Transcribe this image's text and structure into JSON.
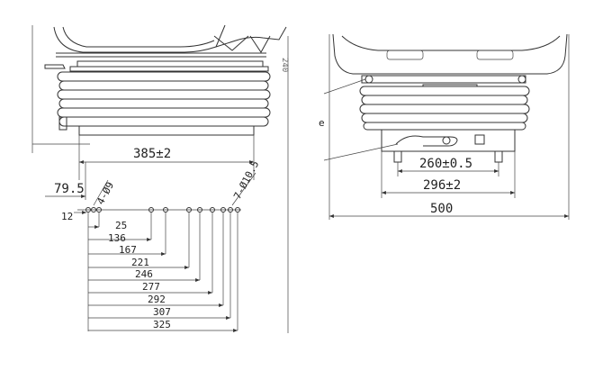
{
  "left_view": {
    "width_dim": "385±2",
    "offset_dim": "79.5",
    "top_hole_label": "4-Ø9",
    "side_hole_label": "7-Ø10.5",
    "small_dim": "12",
    "vertical_mark": "240",
    "stack_dims": [
      "25",
      "136",
      "167",
      "221",
      "246",
      "277",
      "292",
      "307",
      "325"
    ]
  },
  "right_view": {
    "inner_dim": "260±0.5",
    "mid_dim": "296±2",
    "overall_dim": "500",
    "side_mark": "e"
  }
}
